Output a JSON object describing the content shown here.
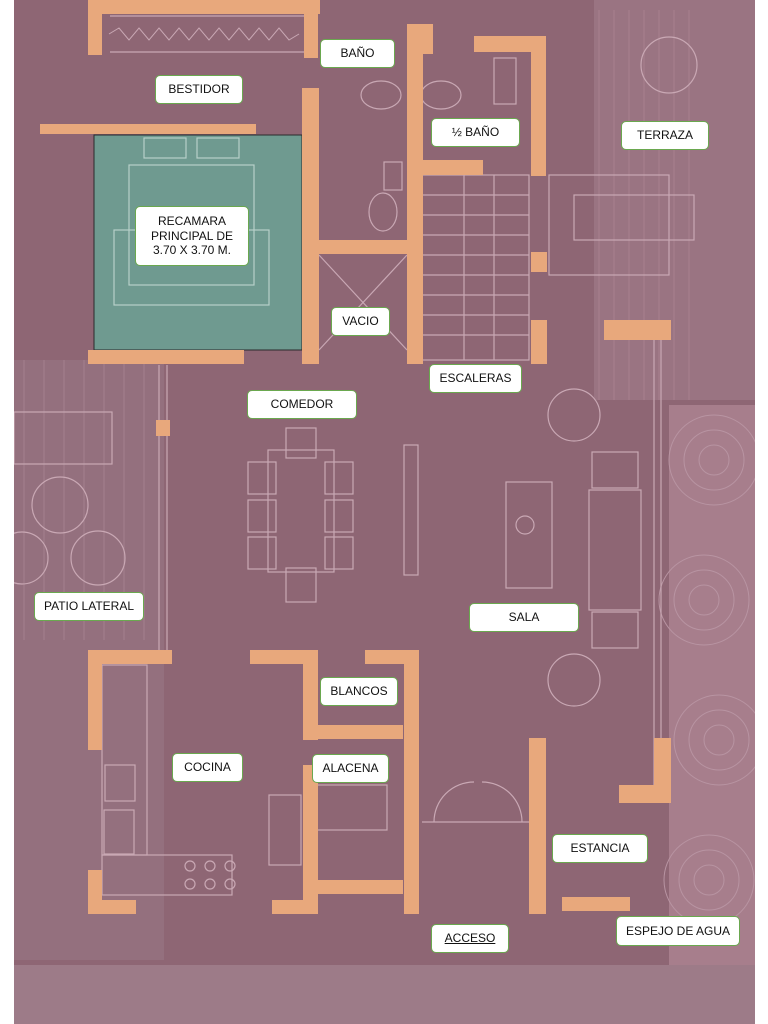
{
  "colors": {
    "floor": "#8e6674",
    "wall": "#e8a87c",
    "line": "#c9a8b4",
    "master_bedroom": "#6f9a90",
    "label_border": "#6aa84f",
    "water": "#a77e8c"
  },
  "rooms": {
    "bestidor": "BESTIDOR",
    "bano": "BAÑO",
    "medio_bano": "½ BAÑO",
    "terraza": "TERRAZA",
    "recamara": "RECAMARA\nPRINCIPAL DE\n3.70 X 3.70 M.",
    "vacio": "VACIO",
    "escaleras": "ESCALERAS",
    "comedor": "COMEDOR",
    "patio_lateral": "PATIO LATERAL",
    "sala": "SALA",
    "blancos": "BLANCOS",
    "cocina": "COCINA",
    "alacena": "ALACENA",
    "estancia": "ESTANCIA",
    "acceso": "ACCESO",
    "espejo_agua": "ESPEJO DE AGUA"
  }
}
